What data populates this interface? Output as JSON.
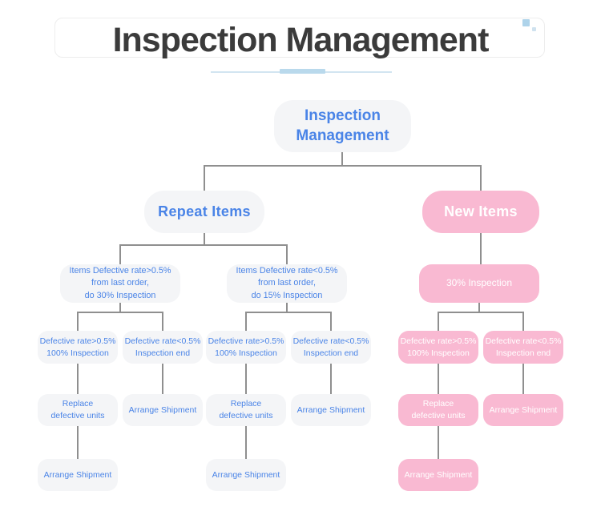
{
  "header": {
    "title": "Inspection Management"
  },
  "colors": {
    "title_text": "#3b3b3b",
    "underline": "#d2e5f1",
    "underline_accent": "#b9d9ec",
    "accent_square_large": "#aed3ea",
    "accent_square_small": "#cfe2ef",
    "gray_node_bg": "#f4f5f7",
    "pink_node_bg": "#f9b9d2",
    "blue_text": "#4a84e7",
    "white_text": "#ffffff",
    "connector": "#8f8f8f"
  },
  "tree": {
    "root": {
      "label": "Inspection\nManagement"
    },
    "repeat": {
      "label": "Repeat Items",
      "high": {
        "label": "Items Defective rate>0.5%\nfrom last order,\ndo 30% Inspection",
        "defective": {
          "label": "Defective rate>0.5%\n100% Inspection",
          "replace": {
            "label": "Replace\ndefective units",
            "ship": {
              "label": "Arrange Shipment"
            }
          }
        },
        "ok": {
          "label": "Defective rate<0.5%\nInspection end",
          "ship": {
            "label": "Arrange Shipment"
          }
        }
      },
      "low": {
        "label": "Items Defective rate<0.5%\nfrom last order,\ndo 15% Inspection",
        "defective": {
          "label": "Defective rate>0.5%\n100% Inspection",
          "replace": {
            "label": "Replace\ndefective units",
            "ship": {
              "label": "Arrange Shipment"
            }
          }
        },
        "ok": {
          "label": "Defective rate<0.5%\nInspection end",
          "ship": {
            "label": "Arrange Shipment"
          }
        }
      }
    },
    "new_items": {
      "label": "New Items",
      "inspection": {
        "label": "30% Inspection",
        "defective": {
          "label": "Defective rate>0.5%\n100% Inspection",
          "replace": {
            "label": "Replace\ndefective units",
            "ship": {
              "label": "Arrange Shipment"
            }
          }
        },
        "ok": {
          "label": "Defective rate<0.5%\nInspection end",
          "ship": {
            "label": "Arrange Shipment"
          }
        }
      }
    }
  }
}
